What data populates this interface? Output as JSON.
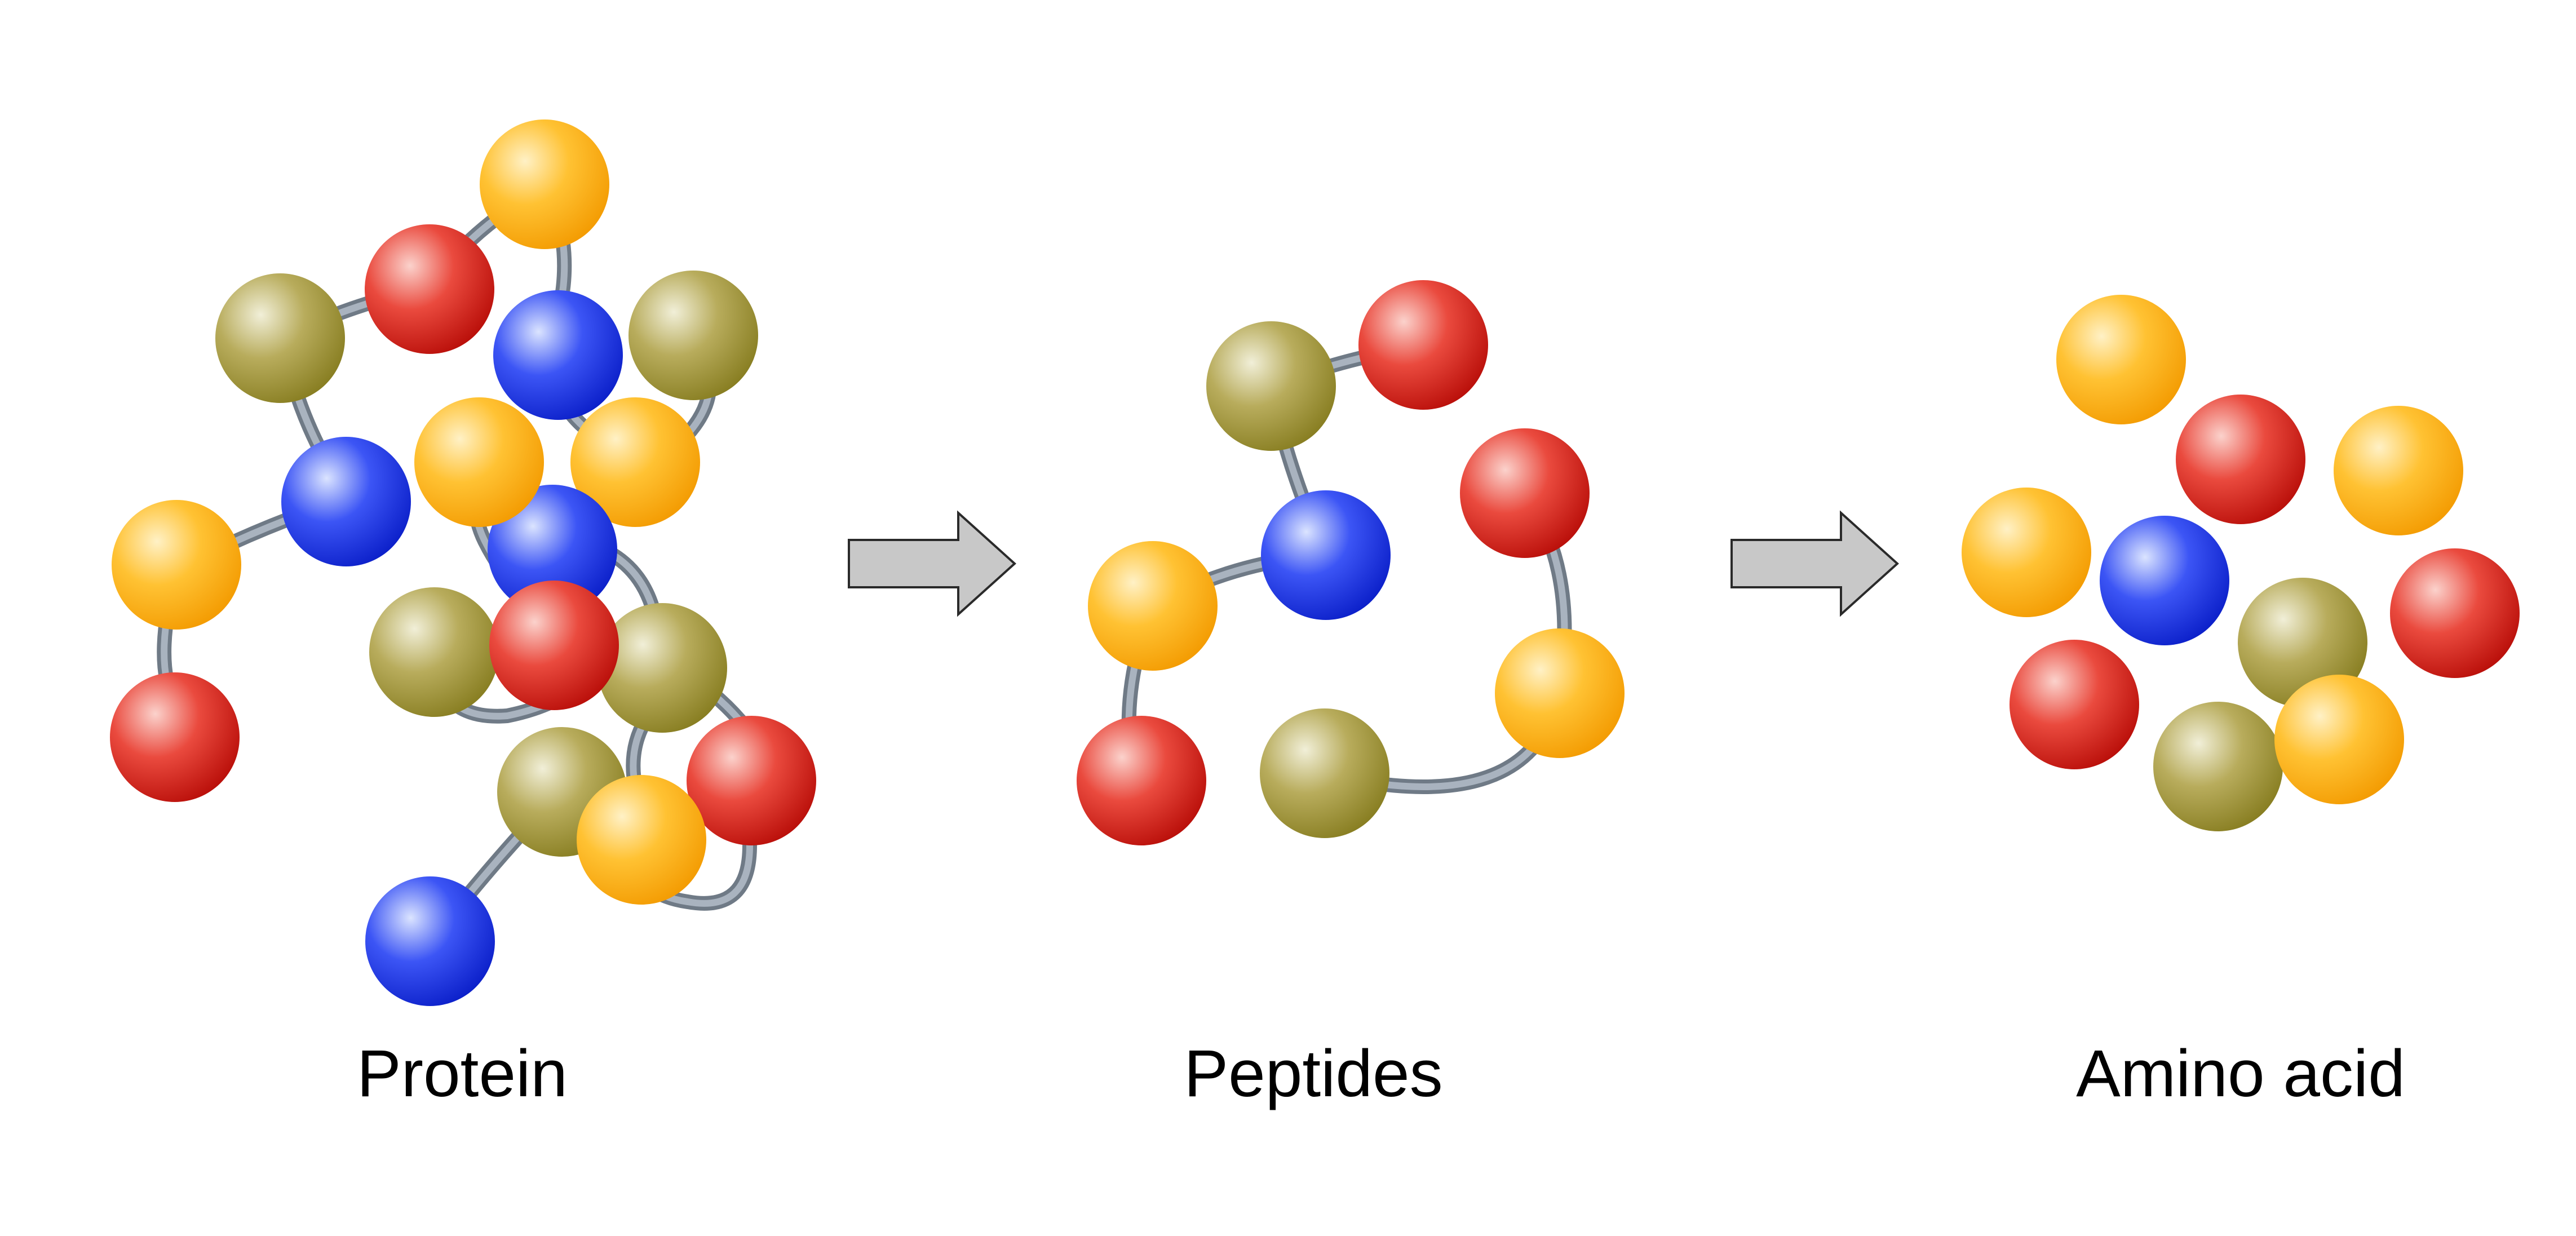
{
  "stages": [
    {
      "id": "protein",
      "label": "Protein"
    },
    {
      "id": "peptides",
      "label": "Peptides"
    },
    {
      "id": "amino",
      "label": "Amino acid"
    }
  ],
  "colors": {
    "background": "#ffffff",
    "yellow": "#f7a400",
    "red": "#c8130c",
    "blue": "#1426dc",
    "olive": "#8c8225",
    "bond": "#8e99a6",
    "arrow_fill": "#c8c8c8",
    "arrow_stroke": "#2a2a2a"
  },
  "icons": {
    "process_arrow": "right-arrow-icon"
  }
}
